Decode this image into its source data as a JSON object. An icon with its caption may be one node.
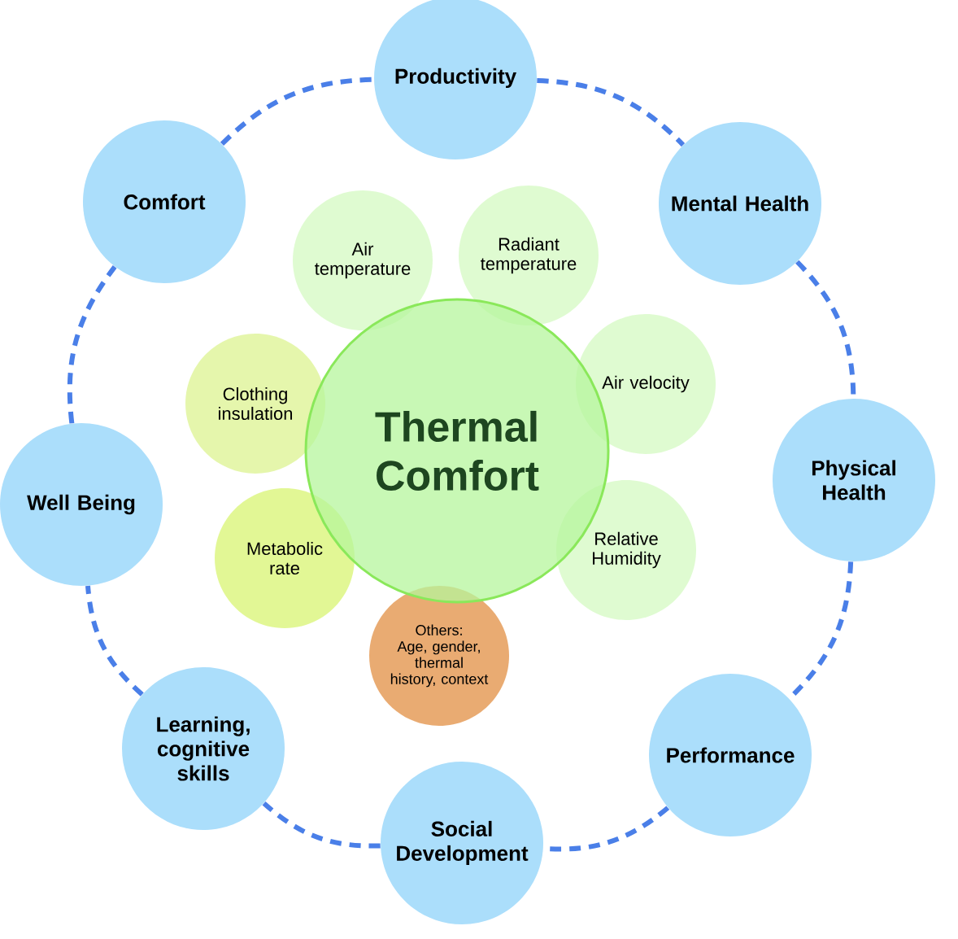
{
  "diagram": {
    "nodes": [
      {
        "text": [
          "Productivity"
        ]
      },
      {
        "text": [
          "Mental Health"
        ]
      },
      {
        "text": [
          "Physical Health"
        ]
      },
      {
        "text": [
          "Performance"
        ]
      },
      {
        "text": [
          "Social Development"
        ]
      },
      {
        "text": [
          "Learning, cognitive skills"
        ]
      },
      {
        "text": [
          "Well Being"
        ]
      },
      {
        "text": [
          "Comfort"
        ]
      },
      {
        "text": [
          "Thermal Comfort"
        ]
      },
      {
        "text": [
          "Air temperature"
        ]
      },
      {
        "text": [
          "Radiant temperature"
        ]
      },
      {
        "text": [
          "Air velocity"
        ]
      },
      {
        "text": [
          "Relative Humidity"
        ]
      },
      {
        "text": [
          "Others:",
          "Age, gender, thermal history, context"
        ]
      },
      {
        "text": [
          "Metabolic rate"
        ]
      },
      {
        "text": [
          "Clothing insulation"
        ]
      }
    ],
    "edges": [
      {
        "from": 0,
        "to": 1,
        "arrow": "none",
        "style": "dashed"
      },
      {
        "from": 1,
        "to": 2,
        "arrow": "none",
        "style": "dashed"
      },
      {
        "from": 2,
        "to": 3,
        "arrow": "none",
        "style": "dashed"
      },
      {
        "from": 3,
        "to": 4,
        "arrow": "none",
        "style": "dashed"
      },
      {
        "from": 4,
        "to": 5,
        "arrow": "none",
        "style": "dashed"
      },
      {
        "from": 5,
        "to": 6,
        "arrow": "none",
        "style": "dashed"
      },
      {
        "from": 6,
        "to": 7,
        "arrow": "none",
        "style": "dashed"
      },
      {
        "from": 7,
        "to": 0,
        "arrow": "none",
        "style": "dashed"
      }
    ]
  }
}
